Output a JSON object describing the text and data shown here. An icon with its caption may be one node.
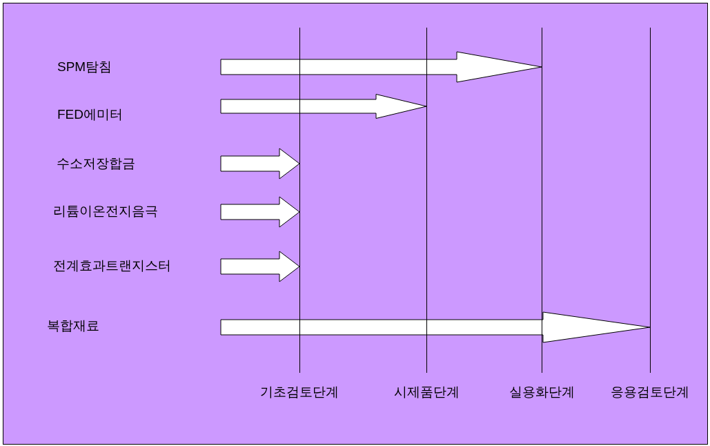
{
  "diagram": {
    "nodes": [
      {
        "text": [],
        "shape": "bar",
        "beside": [
          "기초검토단계"
        ]
      },
      {
        "text": [],
        "shape": "bar",
        "beside": [
          "시제품단계"
        ]
      },
      {
        "text": [],
        "shape": "bar",
        "beside": [
          "실용화단계"
        ]
      },
      {
        "text": [],
        "shape": "bar",
        "beside": [
          "응용검토단계"
        ]
      }
    ],
    "edges": [
      {
        "from": null,
        "to": 2,
        "arrow": "to"
      },
      {
        "from": null,
        "to": 1,
        "arrow": "to"
      },
      {
        "from": null,
        "to": 0,
        "arrow": "to"
      },
      {
        "from": null,
        "to": 0,
        "arrow": "to"
      },
      {
        "from": null,
        "to": 0,
        "arrow": "to"
      },
      {
        "from": null,
        "to": 3,
        "arrow": "to"
      }
    ],
    "labels": [
      "SPM탐침",
      "FED에미터",
      "수소저장합금",
      "리튬이온전지음극",
      "전계효과트랜지스터",
      "복합재료"
    ]
  }
}
